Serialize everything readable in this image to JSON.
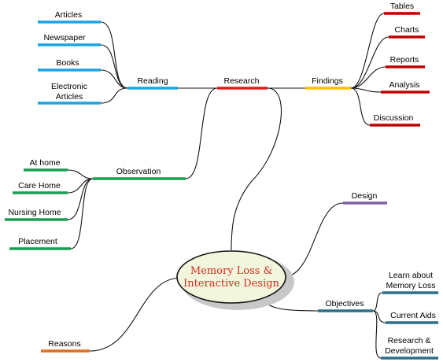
{
  "colors": {
    "connector": "#111111",
    "reading": "#1aa5e3",
    "research": "#e31a1a",
    "findings": "#ffc000",
    "findings_children": "#c00000",
    "observation": "#1a9e52",
    "design": "#7f5fa7",
    "objectives": "#2b6f8a",
    "reasons": "#e36c1a",
    "center_fill": "#f2f6dc",
    "center_text": "#d42a1e"
  },
  "center": {
    "line1": "Memory Loss &",
    "line2": "Interactive Design"
  },
  "branches": {
    "research": {
      "label": "Research",
      "reading": {
        "label": "Reading",
        "children": [
          "Articles",
          "Newspaper",
          "Books",
          "Electronic",
          "Articles"
        ]
      },
      "findings": {
        "label": "Findings",
        "children": [
          "Tables",
          "Charts",
          "Reports",
          "Analysis",
          "Discussion"
        ]
      },
      "observation": {
        "label": "Observation",
        "children": [
          "At home",
          "Care Home",
          "Nursing Home",
          "Placement"
        ]
      }
    },
    "design": {
      "label": "Design"
    },
    "objectives": {
      "label": "Objectives",
      "children": [
        "Learn about",
        "Memory Loss",
        "Current Aids",
        "Research &",
        "Development"
      ]
    },
    "reasons": {
      "label": "Reasons"
    }
  }
}
